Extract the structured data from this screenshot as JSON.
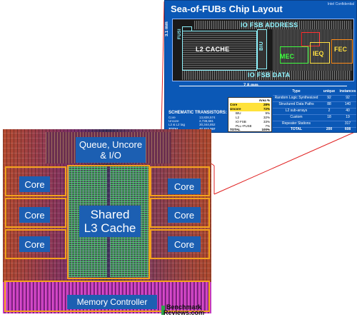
{
  "inset": {
    "title": "Sea-of-FUBs Chip Layout",
    "confidential": "Intel Confidential",
    "layout_labels": {
      "fusi": "FUSI",
      "io_fsb_address": "IO FSB ADDRESS",
      "l2_cache": "L2 CACHE",
      "biu": "BIU",
      "mec": "MEC",
      "ieq": "IEQ",
      "fec": "FEC",
      "io_fsb_data": "IO FSB DATA",
      "dim_height": "3.1 mm",
      "dim_width": "7.8 mm"
    },
    "transistors": {
      "title": "SCHEMATIC TRANSISTORS:",
      "rows": [
        {
          "label": "Core",
          "value": "13,828,574"
        },
        {
          "label": "Uncore",
          "value": "2,738,681"
        },
        {
          "label": "L2 & L2 tag",
          "value": "30,344,852"
        }
      ],
      "total_label": "TOTAL",
      "total_value": "47,212,207"
    },
    "area_table": {
      "header": "Area %",
      "rows": [
        {
          "label": "Core",
          "value": "28%"
        },
        {
          "label": "Uncore",
          "value": "72%"
        },
        {
          "label": "BIU",
          "value": "9%"
        },
        {
          "label": "L2",
          "value": "32%"
        },
        {
          "label": "IO FSB",
          "value": "33%"
        },
        {
          "label": "PLL+FUSE",
          "value": "7%"
        },
        {
          "label": "TOTAL",
          "value": "100%"
        }
      ]
    },
    "type_table": {
      "headers": [
        "Type",
        "unique",
        "instances"
      ],
      "rows": [
        [
          "Random Logic Synthesized",
          "92",
          "92"
        ],
        [
          "Structured Data Paths",
          "88",
          "140"
        ],
        [
          "L2 sub-arrays",
          "2",
          "40"
        ],
        [
          "Custom",
          "18",
          "19"
        ],
        [
          "Repeater Stations",
          "",
          "317"
        ],
        [
          "TOTAL",
          "200",
          "608"
        ]
      ]
    }
  },
  "die": {
    "queue_label_line1": "Queue, Uncore",
    "queue_label_line2": "& I/O",
    "core_label": "Core",
    "l3_label_line1": "Shared",
    "l3_label_line2": "L3 Cache",
    "memory_label": "Memory Controller"
  },
  "watermark": {
    "line1": "Benchmark",
    "line2": "Reviews.com"
  },
  "colors": {
    "label_blue": "#1c5fb2",
    "inset_blue": "#0b58b6",
    "connector_red": "#e02020",
    "highlight_orange": "#f3a21c"
  }
}
